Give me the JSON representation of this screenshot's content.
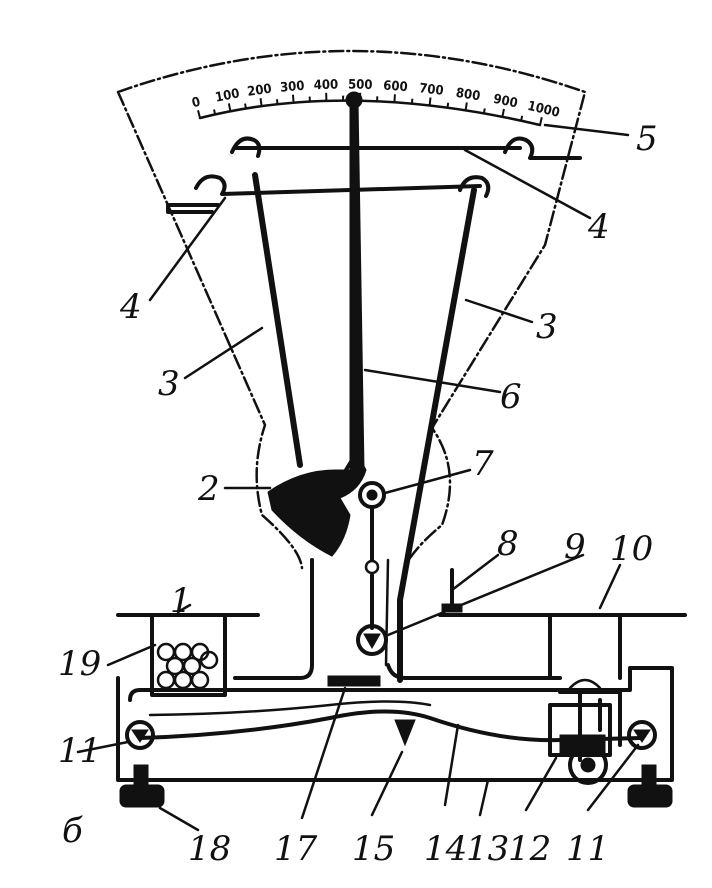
{
  "scale": {
    "ticks": [
      "0",
      "100",
      "200",
      "300",
      "400",
      "500",
      "600",
      "700",
      "800",
      "900",
      "1000"
    ]
  },
  "labels": {
    "l1": "1",
    "l2": "2",
    "l3a": "3",
    "l3b": "3",
    "l4a": "4",
    "l4b": "4",
    "l5": "5",
    "l6": "6",
    "l7": "7",
    "l8": "8",
    "l9": "9",
    "l10": "10",
    "l11a": "11",
    "l11b": "11",
    "l12": "12",
    "l13": "13",
    "l14": "14",
    "l15": "15",
    "l17": "17",
    "l18": "18",
    "l19": "19",
    "fig": "б"
  }
}
